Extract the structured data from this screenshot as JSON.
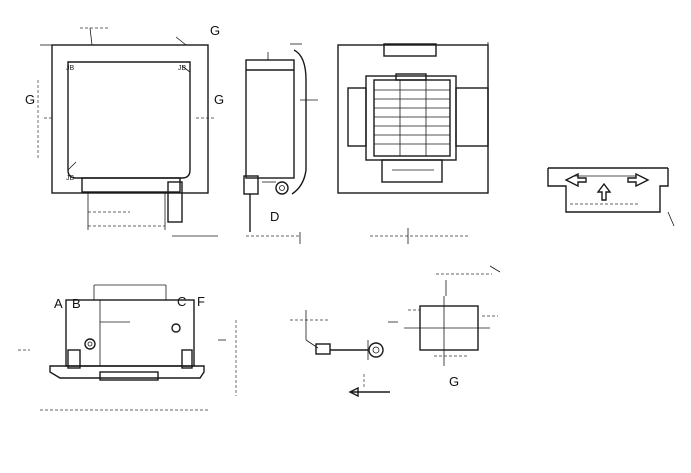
{
  "drawing": {
    "labels": {
      "g_top": "G",
      "g_left": "G",
      "g_mid": "G",
      "g_bottom": "G",
      "d": "D",
      "a": "A",
      "b": "B",
      "c": "C",
      "f": "F"
    },
    "corner_marks": {
      "tl": "JB",
      "tr": "JB",
      "bl": "JB"
    }
  }
}
